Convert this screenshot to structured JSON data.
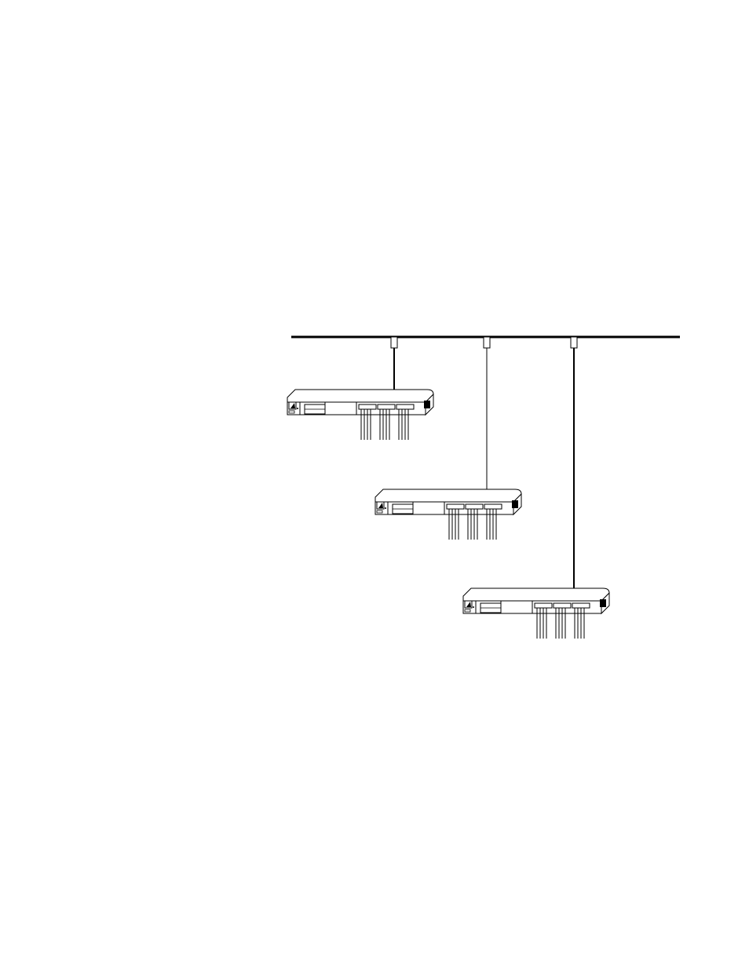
{
  "diagram": {
    "backbone": {
      "name": "backbone-cable"
    },
    "hubs": [
      {
        "id": "hub-1",
        "ports": 12,
        "port_groups": 3,
        "drop_line": "thick"
      },
      {
        "id": "hub-2",
        "ports": 12,
        "port_groups": 3,
        "drop_line": "thin"
      },
      {
        "id": "hub-3",
        "ports": 12,
        "port_groups": 3,
        "drop_line": "thick"
      }
    ],
    "colors": {
      "line": "#000000",
      "background": "#ffffff",
      "device_fill": "#ffffff"
    }
  }
}
